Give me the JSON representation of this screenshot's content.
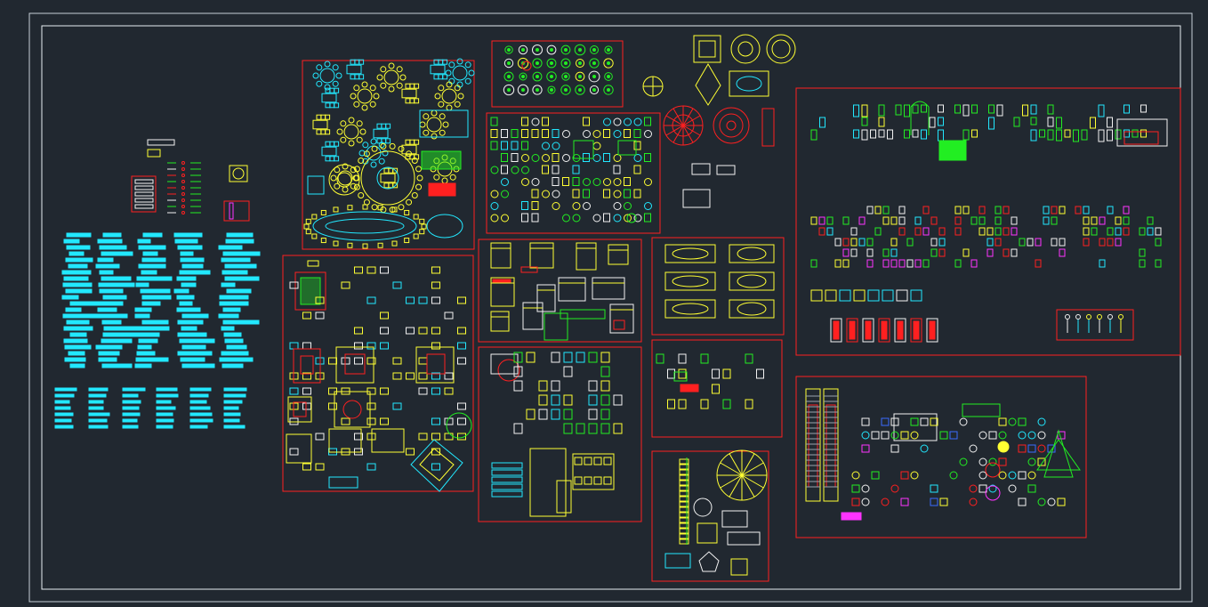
{
  "canvas": {
    "background": "#212830",
    "outer_frame_color": "#c8d0d8",
    "inner_frame_color": "#e8eef2"
  },
  "palette": {
    "red": "#ff2020",
    "yellow": "#ffff33",
    "cyan": "#22e8ff",
    "green": "#22ee22",
    "white": "#f2f2f2",
    "magenta": "#ff33ff",
    "blue": "#3b6bff",
    "gray": "#9aa4ae"
  },
  "panels": [
    {
      "name": "legend-column-panel",
      "color": "red",
      "content": "legend"
    },
    {
      "name": "dining-tables-panel",
      "color": "red",
      "content": "dining"
    },
    {
      "name": "plants-top-panel",
      "color": "red",
      "content": "plants-small"
    },
    {
      "name": "furniture-elevations-panel",
      "color": "red",
      "content": "furniture-mix"
    },
    {
      "name": "living-room-panel",
      "color": "red",
      "content": "living"
    },
    {
      "name": "bedroom-panel",
      "color": "red",
      "content": "bedroom"
    },
    {
      "name": "cars-panel",
      "color": "red",
      "content": "cars"
    },
    {
      "name": "office-panel",
      "color": "red",
      "content": "office"
    },
    {
      "name": "bathroom-panel",
      "color": "red",
      "content": "bathroom"
    },
    {
      "name": "kitchen-panel",
      "color": "red",
      "content": "kitchen"
    },
    {
      "name": "elevation-blocks-panel",
      "color": "red",
      "content": "elevations"
    },
    {
      "name": "site-elements-panel",
      "color": "red",
      "content": "site"
    }
  ]
}
